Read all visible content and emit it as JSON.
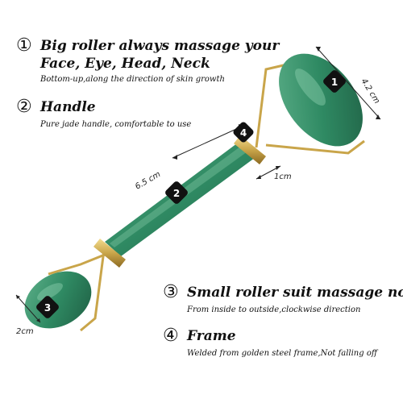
{
  "features": [
    {
      "number": "①",
      "title_line1": "Big roller always massage your",
      "title_line2": "Face, Eye, Head, Neck",
      "subtitle": "Bottom-up,along the direction of skin growth"
    },
    {
      "number": "②",
      "title_line1": "Handle",
      "subtitle": "Pure jade handle, comfortable to use"
    },
    {
      "number": "③",
      "title_line1": "Small roller suit massage nose, eye",
      "subtitle": "From inside to outside,clockwise direction"
    },
    {
      "number": "④",
      "title_line1": "Frame",
      "subtitle": "Welded from golden steel frame,Not falling off"
    }
  ],
  "dimensions": {
    "big_roller": "4.2 cm",
    "handle_length": "6.5 cm",
    "handle_width": "1cm",
    "small_roller": "2cm"
  },
  "badges": [
    "1",
    "2",
    "3",
    "4"
  ],
  "colors": {
    "jade": "#2f8a63",
    "jade_dark": "#1f5e43",
    "gold": "#c9a54a",
    "badge": "#111111"
  }
}
